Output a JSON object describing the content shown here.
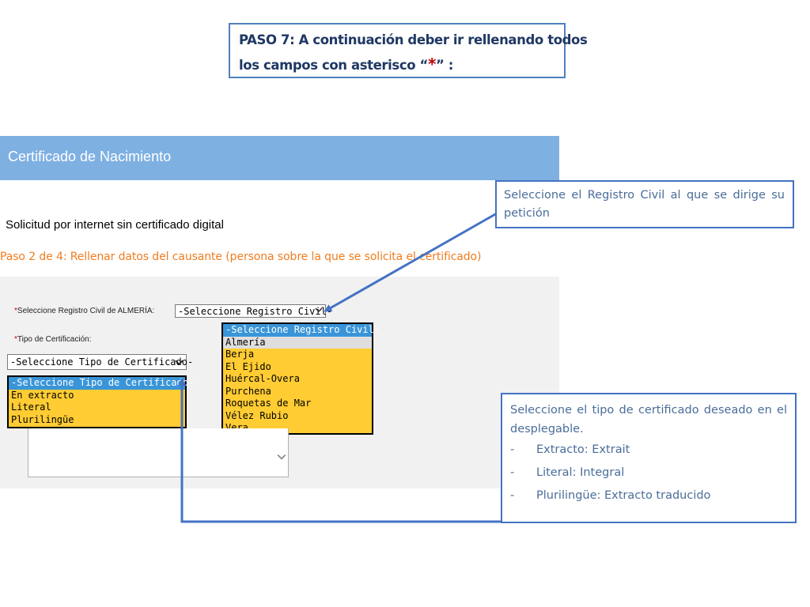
{
  "instruction": {
    "line1": "PASO 7: A continuación deber ir rellenando todos",
    "line2_prefix": "los campos con asterisco “",
    "asterisk": "*",
    "line2_suffix": "” :"
  },
  "header": {
    "title": "Certificado de Nacimiento"
  },
  "subtitle": "Solicitud por internet sin certificado digital",
  "step": "Paso 2 de 4: Rellenar datos del causante (persona sobre la que se solicita el certificado)",
  "form": {
    "registry_label": "Seleccione Registro Civil de ALMERÍA:",
    "registry_select_value": "-Seleccione Registro Civil-",
    "registry_options": [
      "-Seleccione Registro Civil-",
      "Almería",
      "Berja",
      "El Ejido",
      "Huércal-Overa",
      "Purchena",
      "Roquetas de Mar",
      "Vélez Rubio",
      "Vera"
    ],
    "cert_label": "Tipo de Certificación:",
    "required_mark": "*",
    "cert_select_value": "-Seleccione Tipo de Certificado-",
    "cert_options": [
      "-Seleccione Tipo de Certificado-",
      "En extracto",
      "Literal",
      "Plurilingüe"
    ]
  },
  "callouts": {
    "registry": "Seleccione el Registro Civil al que se dirige su petición",
    "cert_intro": "Seleccione el tipo de certificado deseado en el desplegable.",
    "bullet_dash": "-",
    "cert_items": [
      "Extracto: Extrait",
      "Literal: Integral",
      "Plurilingüe: Extracto traducido"
    ]
  },
  "colors": {
    "header_band": "#7fb0e2",
    "step_text": "#f07c1e",
    "dropdown_bg": "#ffcc33",
    "dropdown_selected": "#3a95d8",
    "callout_border": "#4472c4",
    "callout_text": "#4a6d99"
  },
  "icons": {
    "select_arrow": "chevron-down-icon"
  }
}
